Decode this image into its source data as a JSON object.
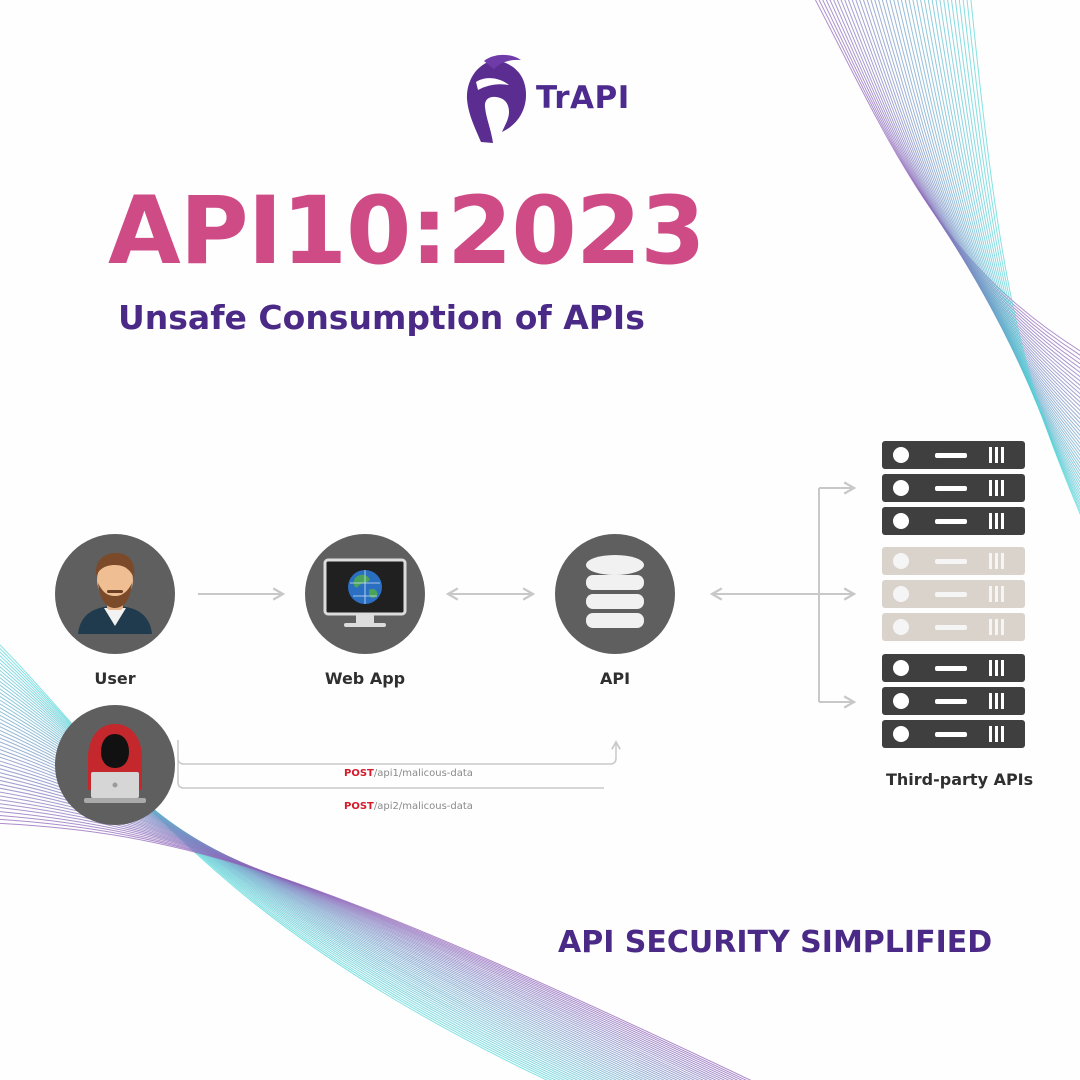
{
  "brand": {
    "name": "TrAPI",
    "logo_icon": "spartan-helmet-icon",
    "logo_color": "#5b2d91"
  },
  "title": "API10:2023",
  "subtitle": "Unsafe Consumption of APIs",
  "tagline": "API SECURITY SIMPLIFIED",
  "colors": {
    "title": "#cf4b86",
    "subtitle": "#4a2a86",
    "node_bg": "#5f5f5f",
    "server_dark": "#3f3f3f",
    "server_light": "#d9d3cc",
    "arrow": "#c8c8c8",
    "method_red": "#d51a2b",
    "wave_cyan": "#56d7d8",
    "wave_purple": "#8f62b8"
  },
  "diagram": {
    "nodes": [
      {
        "label": "User",
        "icon": "user-avatar-icon"
      },
      {
        "label": "Web App",
        "icon": "web-app-monitor-icon"
      },
      {
        "label": "API",
        "icon": "database-icon"
      }
    ],
    "attacker_icon": "hacker-icon",
    "third_party": {
      "label": "Third-party APIs",
      "icon": "server-rack-icon"
    },
    "requests": [
      {
        "method": "POST",
        "path": "/api1/malicous-data"
      },
      {
        "method": "POST",
        "path": "/api2/malicous-data"
      }
    ]
  }
}
